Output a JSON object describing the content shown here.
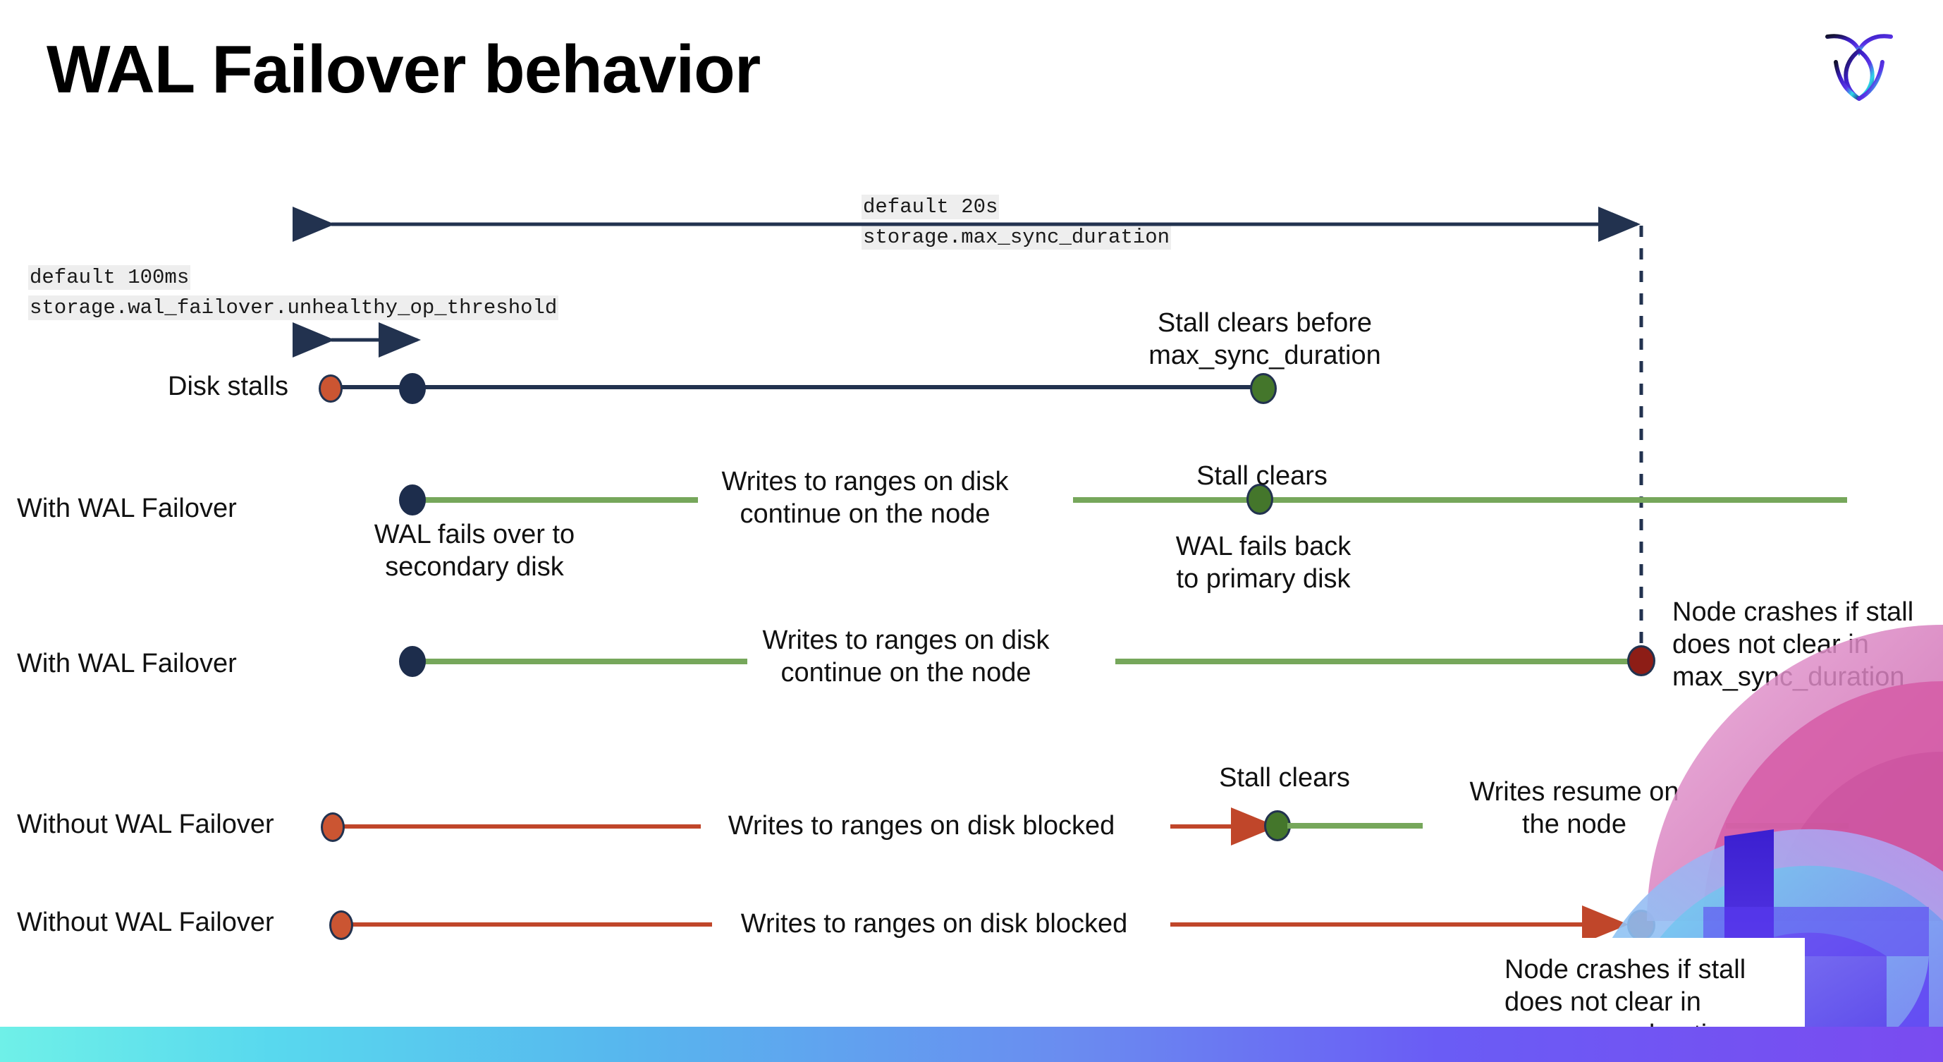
{
  "slide": {
    "title": "WAL Failover behavior",
    "logo_name": "cockroachdb-logo"
  },
  "settings": [
    {
      "id": "unhealthy_op_threshold",
      "default_label": "default 100ms",
      "setting_name": "storage.wal_failover.unhealthy_op_threshold"
    },
    {
      "id": "max_sync_duration",
      "default_label": "default 20s",
      "setting_name": "storage.max_sync_duration"
    }
  ],
  "rows": [
    {
      "id": "disk-stalls",
      "label": "Disk stalls",
      "annotations": [
        "Stall clears before\nmax_sync_duration"
      ]
    },
    {
      "id": "with-wal-failover-1",
      "label": "With WAL Failover",
      "annotations": [
        "WAL fails over to\nsecondary disk",
        "Writes to ranges on disk\ncontinue on the node",
        "Stall clears",
        "WAL fails  back\nto primary disk"
      ]
    },
    {
      "id": "with-wal-failover-2",
      "label": "With WAL Failover",
      "annotations": [
        "Writes to ranges on disk\ncontinue on the node",
        "Node crashes if stall\ndoes not clear in\nmax_sync_duration"
      ]
    },
    {
      "id": "without-wal-failover-1",
      "label": "Without WAL Failover",
      "annotations": [
        "Writes to ranges on disk  blocked",
        "Stall clears",
        "Writes resume on\nthe node"
      ]
    },
    {
      "id": "without-wal-failover-2",
      "label": "Without WAL Failover",
      "annotations": [
        "Writes to ranges on disk  blocked",
        "Node crashes if stall\ndoes not clear in\nmax_sync_duration"
      ]
    }
  ],
  "colors": {
    "navy": "#22324f",
    "green_line": "#76a75b",
    "red_line": "#c0462a",
    "dot_orange": "#cb5532",
    "dot_navy": "#1d2d4c",
    "dot_green": "#44762b",
    "dot_darkred": "#8d1d16",
    "code_chip_bg": "#eeeeee",
    "bottom_bar_from": "#6ff0e8",
    "bottom_bar_to": "#7a4bf0"
  }
}
